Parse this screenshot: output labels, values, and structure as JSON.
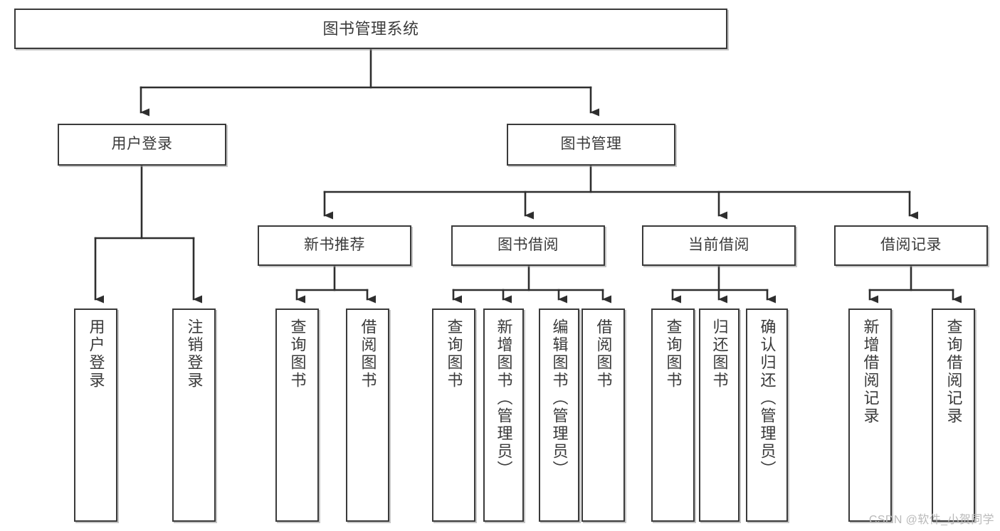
{
  "diagram": {
    "title": "图书管理系统",
    "type": "tree-hierarchy-chart",
    "root": {
      "label": "图书管理系统"
    },
    "level2": [
      {
        "label": "用户登录"
      },
      {
        "label": "图书管理"
      }
    ],
    "level3": [
      {
        "label": "新书推荐"
      },
      {
        "label": "图书借阅"
      },
      {
        "label": "当前借阅"
      },
      {
        "label": "借阅记录"
      }
    ],
    "leaves": {
      "user_login": [
        {
          "label": "用户登录"
        },
        {
          "label": "注销登录"
        }
      ],
      "new_book_recommend": [
        {
          "label": "查询图书"
        },
        {
          "label": "借阅图书"
        }
      ],
      "book_borrow": [
        {
          "label": "查询图书"
        },
        {
          "label": "新增图书（管理员）"
        },
        {
          "label": "编辑图书（管理员）"
        },
        {
          "label": "借阅图书"
        }
      ],
      "current_borrow": [
        {
          "label": "查询图书"
        },
        {
          "label": "归还图书"
        },
        {
          "label": "确认归还（管理员）"
        }
      ],
      "borrow_record": [
        {
          "label": "新增借阅记录"
        },
        {
          "label": "查询借阅记录"
        }
      ]
    }
  },
  "watermark": {
    "text": "CSDN @软件_小贺同学"
  },
  "colors": {
    "border": "#3a3a3a",
    "text": "#3a3a3a",
    "background": "#ffffff",
    "edge": "#2e2e2e",
    "watermark": "#b9b9b9"
  }
}
